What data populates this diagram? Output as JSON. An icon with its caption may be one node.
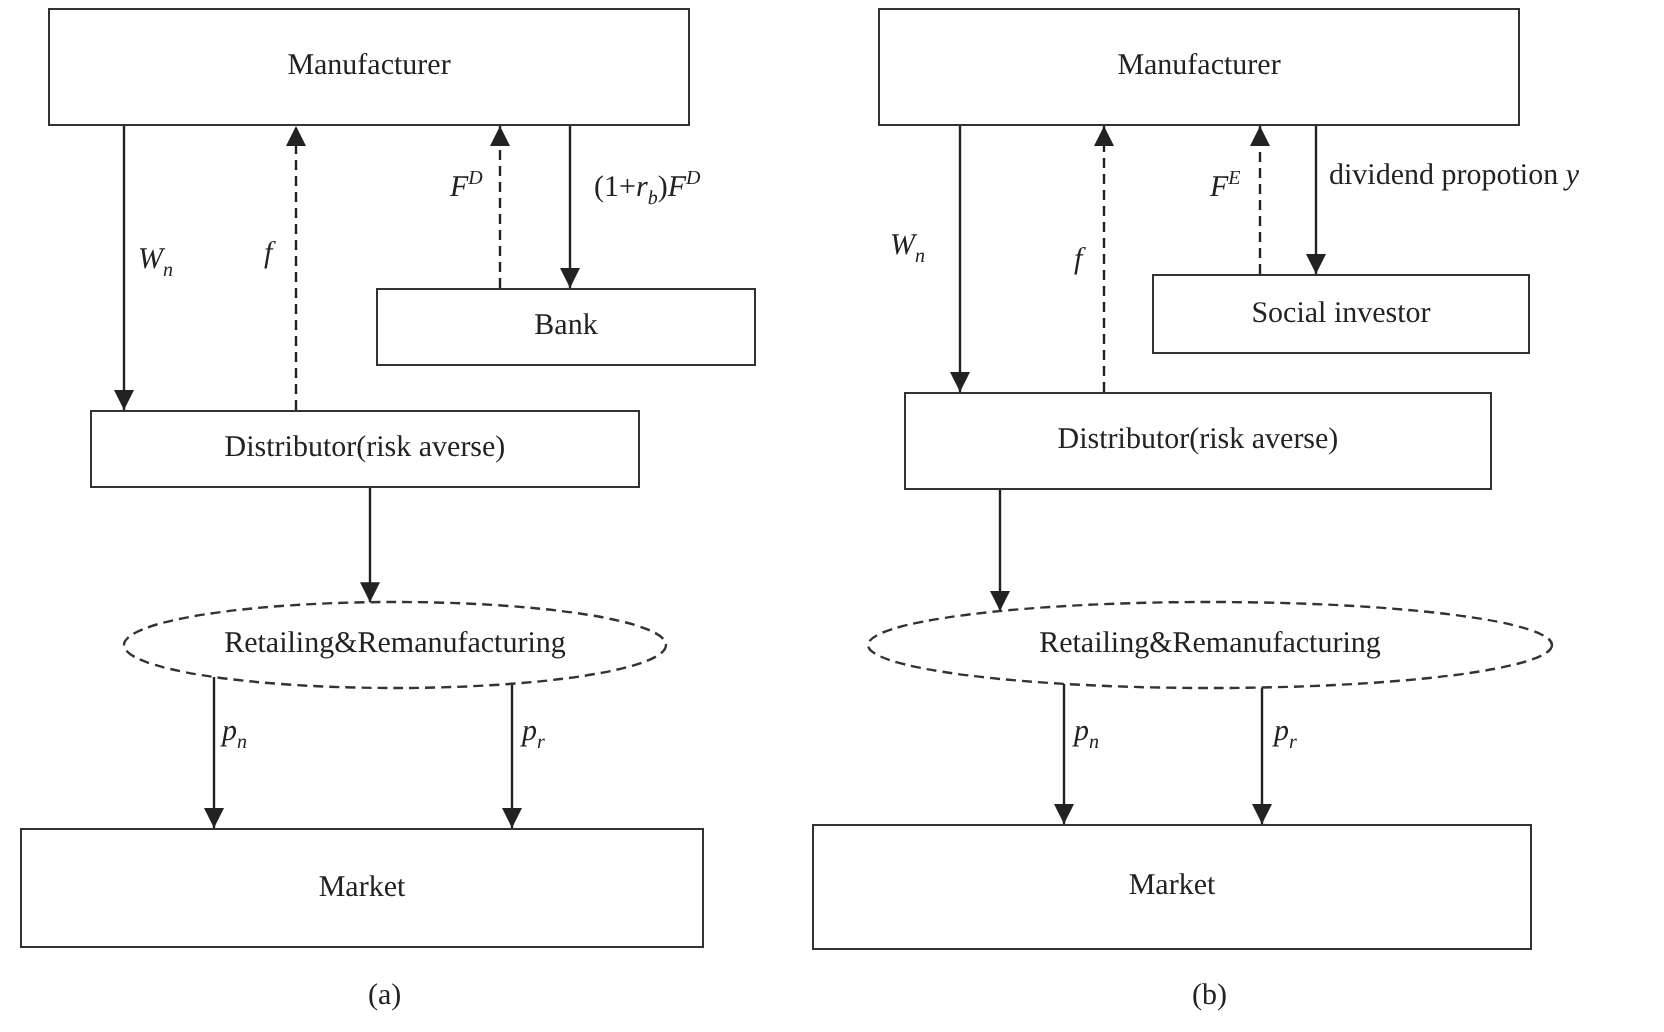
{
  "diagram": {
    "nodes": [
      {
        "text": [
          "Manufacturer"
        ]
      },
      {
        "text": [
          "Bank"
        ]
      },
      {
        "text": [
          "Distributor(risk averse)"
        ]
      },
      {
        "text": [
          "Retailing&Remanufacturing"
        ]
      },
      {
        "text": [
          "Market"
        ]
      },
      {
        "text": [
          "Manufacturer"
        ]
      },
      {
        "text": [
          "Social investor"
        ]
      },
      {
        "text": [
          "Distributor(risk averse)"
        ]
      },
      {
        "text": [
          "Retailing&Remanufacturing"
        ]
      },
      {
        "text": [
          "Market"
        ]
      }
    ],
    "edges": [
      {
        "from": 0,
        "to": 2,
        "arrow": "to",
        "label": "*W*$_{n}$"
      },
      {
        "from": 2,
        "to": 0,
        "arrow": "to",
        "label": "*f*",
        "style": "dashed"
      },
      {
        "from": 1,
        "to": 0,
        "arrow": "to",
        "label": "*F*$^{D}$",
        "style": "dashed"
      },
      {
        "from": 0,
        "to": 1,
        "arrow": "to",
        "label": "(1+*r*$_{b}$)*F*$^{D}$"
      },
      {
        "from": 2,
        "to": 3,
        "arrow": "to"
      },
      {
        "from": 3,
        "to": 4,
        "arrow": "to",
        "label": "*p*$_{n}$"
      },
      {
        "from": 3,
        "to": 4,
        "arrow": "to",
        "label": "*p*$_{r}$"
      },
      {
        "from": 5,
        "to": 7,
        "arrow": "to",
        "label": "*W*$_{n}$"
      },
      {
        "from": 7,
        "to": 5,
        "arrow": "to",
        "label": "*f*",
        "style": "dashed"
      },
      {
        "from": 6,
        "to": 5,
        "arrow": "to",
        "label": "*F*$^{E}$",
        "style": "dashed"
      },
      {
        "from": 5,
        "to": 6,
        "arrow": "to",
        "label": "dividend propotion *y*"
      },
      {
        "from": 7,
        "to": 8,
        "arrow": "to"
      },
      {
        "from": 8,
        "to": 9,
        "arrow": "to",
        "label": "*p*$_{n}$"
      },
      {
        "from": 8,
        "to": 9,
        "arrow": "to",
        "label": "*p*$_{r}$"
      }
    ],
    "labels": [
      "(a)",
      "(b)"
    ]
  }
}
